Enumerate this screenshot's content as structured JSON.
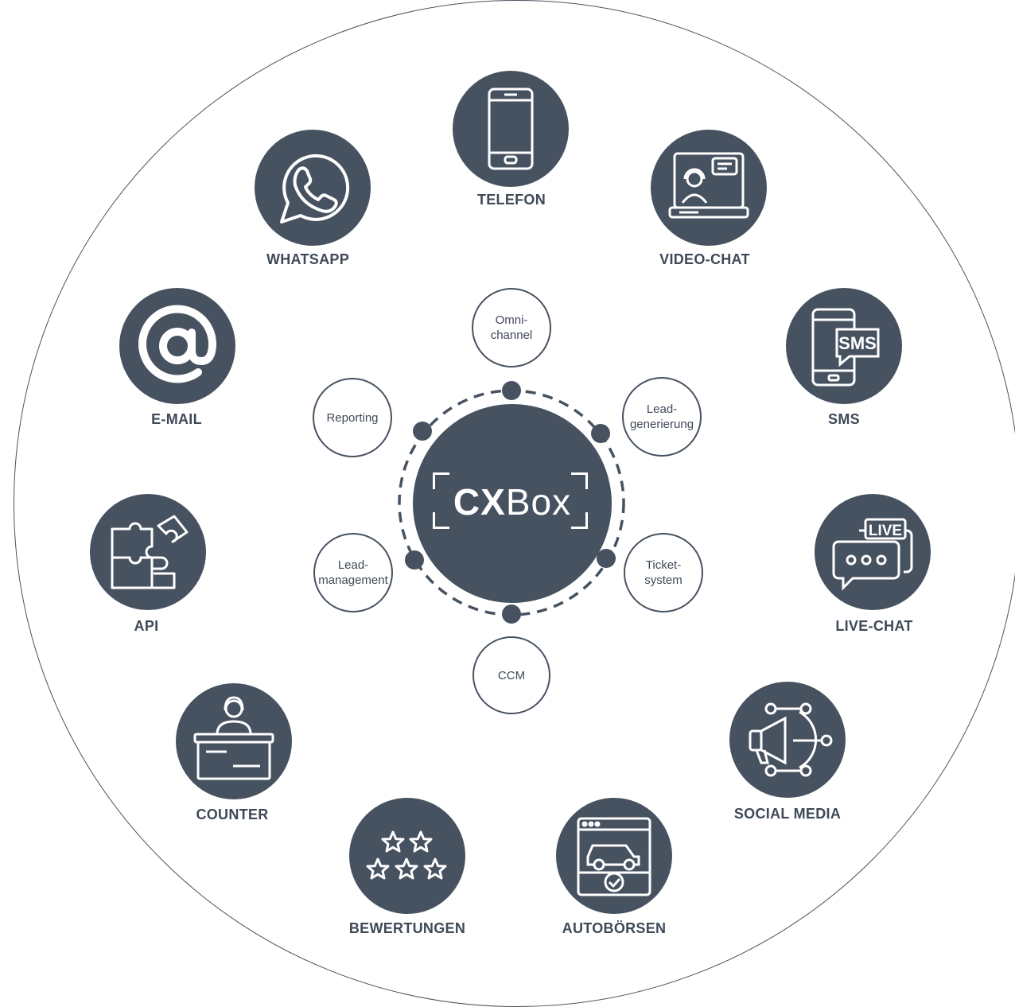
{
  "colors": {
    "primary": "#475261",
    "text": "#3f4957",
    "background": "#ffffff"
  },
  "hub": {
    "logo_bold": "CX",
    "logo_regular": "Box"
  },
  "channels": {
    "telefon": {
      "label": "TELEFON",
      "icon": "smartphone-icon"
    },
    "video_chat": {
      "label": "VIDEO-CHAT",
      "icon": "video-chat-icon"
    },
    "sms": {
      "label": "SMS",
      "icon": "sms-phone-icon"
    },
    "live_chat": {
      "label": "LIVE-CHAT",
      "icon": "live-chat-icon"
    },
    "social_media": {
      "label": "SOCIAL MEDIA",
      "icon": "megaphone-network-icon"
    },
    "autoboersen": {
      "label": "AUTOBÖRSEN",
      "icon": "car-marketplace-icon"
    },
    "bewertungen": {
      "label": "BEWERTUNGEN",
      "icon": "stars-rating-icon"
    },
    "counter": {
      "label": "COUNTER",
      "icon": "reception-desk-icon"
    },
    "api": {
      "label": "API",
      "icon": "puzzle-icon"
    },
    "email": {
      "label": "E-MAIL",
      "icon": "at-sign-icon"
    },
    "whatsapp": {
      "label": "WHATSAPP",
      "icon": "whatsapp-icon"
    }
  },
  "modules": {
    "omnichannel": "Omni-\nchannel",
    "leadgenerierung": "Lead-\ngenerierung",
    "ticketsystem": "Ticket-\nsystem",
    "ccm": "CCM",
    "leadmanagement": "Lead-\nmanagement",
    "reporting": "Reporting"
  }
}
